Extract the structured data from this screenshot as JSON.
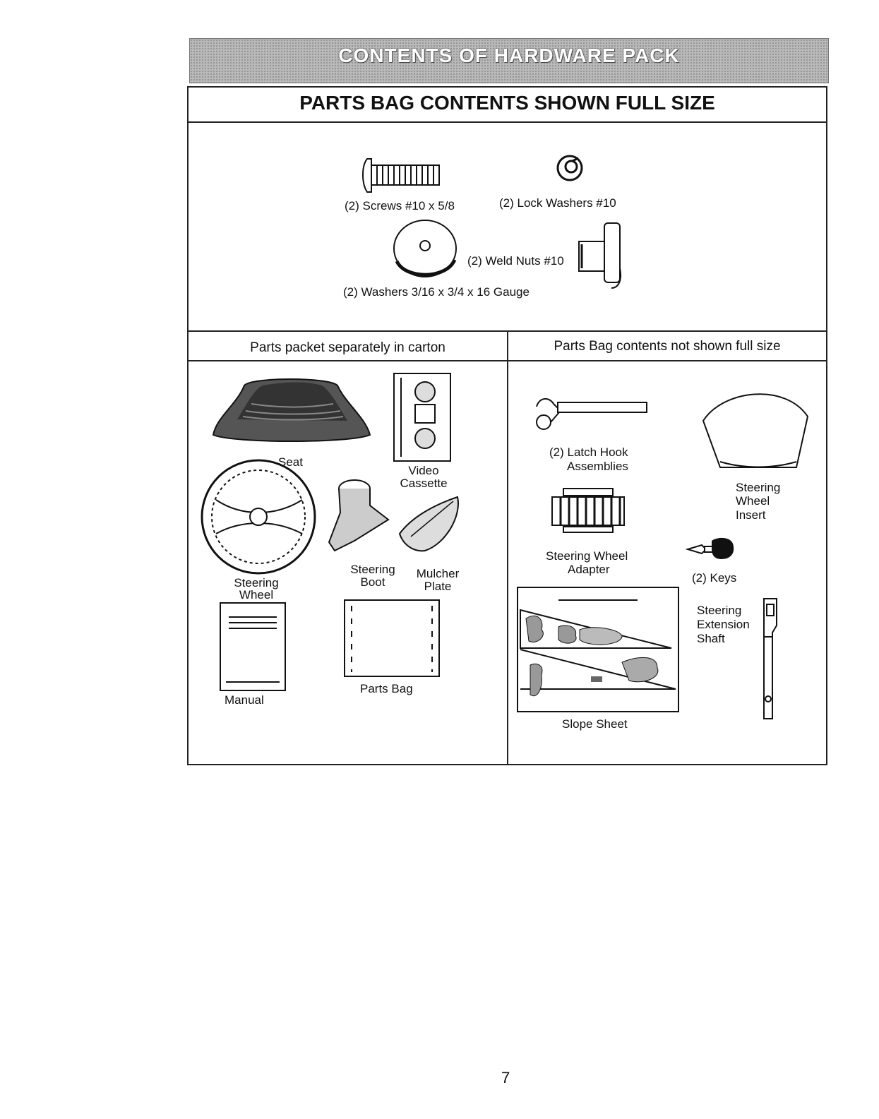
{
  "banner_title": "CONTENTS OF HARDWARE PACK",
  "full_size": {
    "heading": "PARTS BAG CONTENTS SHOWN FULL SIZE",
    "screws": "(2) Screws  #10 x 5/8",
    "lock_washers": "(2) Lock Washers  #10",
    "weld_nuts": "(2) Weld Nuts  #10",
    "washers": "(2) Washers  3/16 x 3/4 x 16 Gauge"
  },
  "carton": {
    "heading": "Parts packet separately in carton",
    "seat": "Seat",
    "video_1": "Video",
    "video_2": "Cassette",
    "wheel_1": "Steering",
    "wheel_2": "Wheel",
    "boot_1": "Steering",
    "boot_2": "Boot",
    "mulcher_1": "Mulcher",
    "mulcher_2": "Plate",
    "manual": "Manual",
    "parts_bag": "Parts Bag"
  },
  "not_full_size": {
    "heading": "Parts Bag contents not shown full size",
    "latch_1": "(2) Latch Hook",
    "latch_2": "Assemblies",
    "insert_1": "Steering",
    "insert_2": "Wheel",
    "insert_3": "Insert",
    "adapter_1": "Steering Wheel",
    "adapter_2": "Adapter",
    "keys": "(2) Keys",
    "shaft_1": "Steering",
    "shaft_2": "Extension",
    "shaft_3": "Shaft",
    "slope": "Slope Sheet"
  },
  "page_number": "7"
}
